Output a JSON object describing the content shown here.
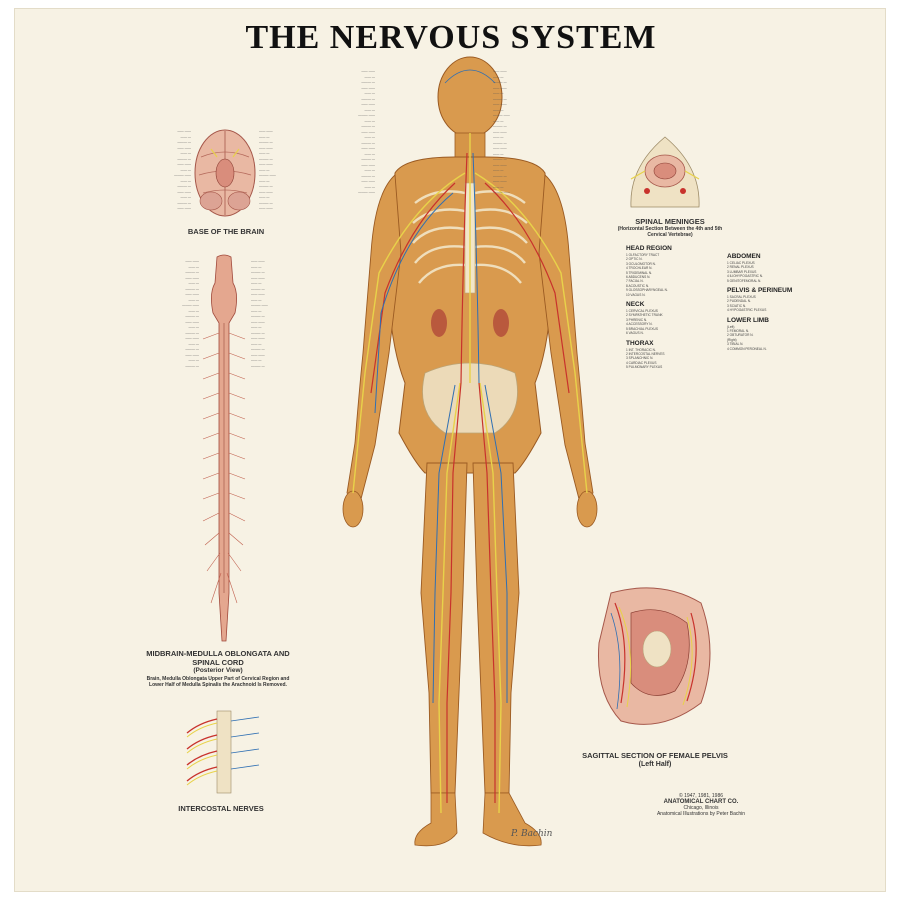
{
  "title": "THE NERVOUS SYSTEM",
  "captions": {
    "brain": "BASE OF THE BRAIN",
    "meninges": "SPINAL MENINGES",
    "meninges_sub": "(Horizontal Section Between the 4th and 5th Cervical Vertebrae)",
    "cord": "MIDBRAIN-MEDULLA OBLONGATA AND SPINAL CORD",
    "cord_view": "(Posterior View)",
    "cord_note": "Brain, Medulla Oblongata Upper Part of Cervical Region and Lower Half of Medulla Spinalis the Arachnoid Is Removed.",
    "intercostal": "INTERCOSTAL NERVES",
    "pelvis": "SAGITTAL SECTION OF FEMALE PELVIS",
    "pelvis_sub": "(Left Half)"
  },
  "legend": [
    {
      "heading": "HEAD REGION",
      "items": [
        "1 OLFACTORY TRACT",
        "2 OPTIC N.",
        "3 OCULOMOTOR N.",
        "4 TROCHLEAR N.",
        "5 TRIGEMINAL N.",
        "6 ABDUCENS N.",
        "7 FACIAL N.",
        "8 ACOUSTIC N.",
        "9 GLOSSOPHARYNGEAL N.",
        "10 VAGUS N."
      ]
    },
    {
      "heading": "NECK",
      "items": [
        "1 CERVICAL PLEXUS",
        "2 SYMPATHETIC TRUNK",
        "3 PHRENIC N.",
        "4 ACCESSORY N.",
        "5 BRACHIAL PLEXUS",
        "6 VAGUS N."
      ]
    },
    {
      "heading": "THORAX",
      "items": [
        "1 INT. THORACIC N.",
        "2 INTERCOSTAL NERVES",
        "3 SPLANCHNIC N.",
        "4 CARDIAC PLEXUS",
        "5 PULMONARY PLEXUS"
      ]
    },
    {
      "heading": "ABDOMEN",
      "items": [
        "1 CELIAC PLEXUS",
        "2 RENAL PLEXUS",
        "3 LUMBAR PLEXUS",
        "4 ILIOHYPOGASTRIC N.",
        "5 GENITOFEMORAL N."
      ]
    },
    {
      "heading": "PELVIS & PERINEUM",
      "items": [
        "1 SACRAL PLEXUS",
        "2 PUDENDAL N.",
        "3 SCIATIC N.",
        "4 HYPOGASTRIC PLEXUS"
      ]
    },
    {
      "heading": "LOWER LIMB",
      "items": [
        "(Left)",
        "1 FEMORAL N.",
        "2 OBTURATOR N.",
        "(Right)",
        "3 TIBIAL N.",
        "4 COMMON PERONEAL N."
      ]
    }
  ],
  "copyright": {
    "line1": "© 1947, 1981, 1986",
    "line2": "ANATOMICAL CHART CO.",
    "line3": "Chicago, Illinois",
    "line4": "Anatomical Illustrations by Peter Bachin"
  },
  "signature": "P. Bachin",
  "colors": {
    "skin": "#d99a4e",
    "skin_dark": "#b06a2c",
    "artery": "#c8322c",
    "vein": "#2f6fb3",
    "nerve": "#e8d24a",
    "bone": "#f2e6c8",
    "background": "#f7f2e4"
  }
}
